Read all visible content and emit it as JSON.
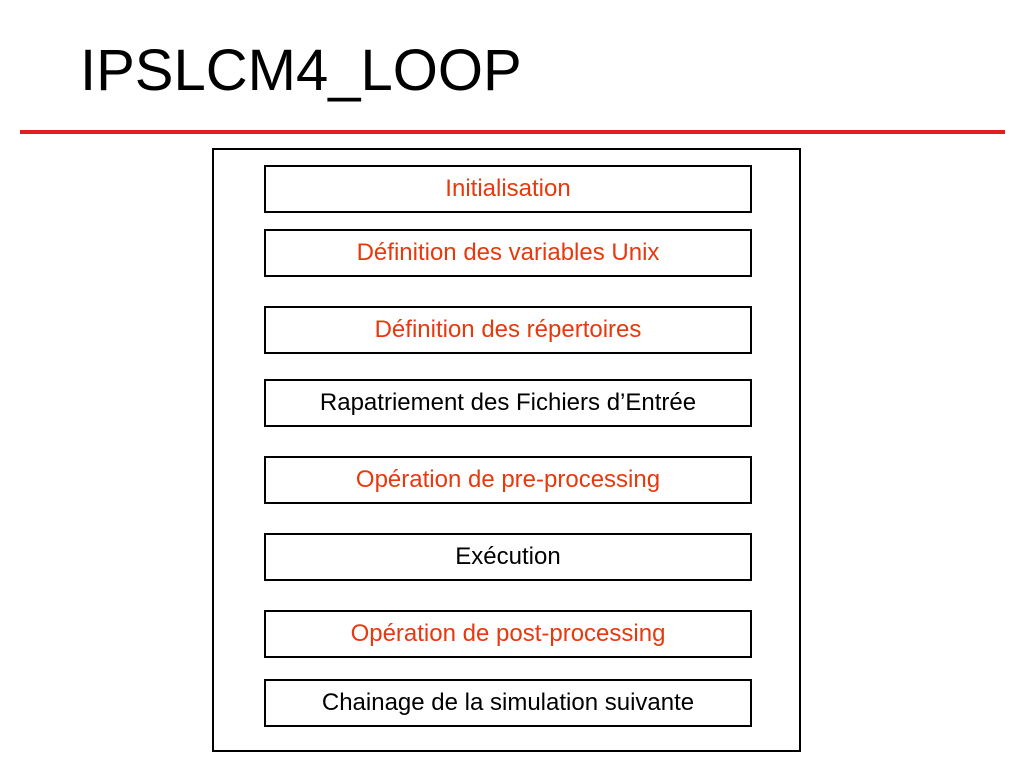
{
  "title": "IPSLCM4_LOOP",
  "colors": {
    "accent_rule": "#e02020",
    "highlight_text": "#e8380d",
    "normal_text": "#000000"
  },
  "steps": [
    {
      "label": "Initialisation",
      "color": "red"
    },
    {
      "label": "Définition des variables Unix",
      "color": "red"
    },
    {
      "label": "Définition des répertoires",
      "color": "red"
    },
    {
      "label": "Rapatriement des Fichiers d’Entrée",
      "color": "black"
    },
    {
      "label": "Opération de pre-processing",
      "color": "red"
    },
    {
      "label": "Exécution",
      "color": "black"
    },
    {
      "label": "Opération de post-processing",
      "color": "red"
    },
    {
      "label": "Chainage de la simulation suivante",
      "color": "black"
    }
  ]
}
